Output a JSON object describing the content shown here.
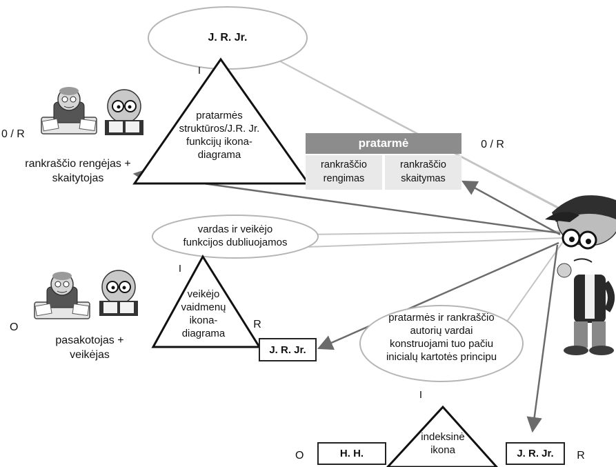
{
  "top": {
    "bubble": "J. R. Jr.",
    "vertex_i": "I",
    "triangle_lines": [
      "pratarmės",
      "struktūros/J.R. Jr.",
      "funkcijų ikona-",
      "diagrama"
    ],
    "left_mark": "0 / R",
    "left_caption_lines": [
      "rankraščio rengėjas +",
      "skaitytojas"
    ]
  },
  "table": {
    "header": "pratarmė",
    "cells": [
      [
        "rankraščio",
        "rengimas"
      ],
      [
        "rankraščio",
        "skaitymas"
      ]
    ],
    "mark": "0 / R"
  },
  "middle": {
    "bubble_lines": [
      "vardas ir veikėjo",
      "funkcijos dubliuojamos"
    ],
    "vertex_i": "I",
    "triangle_lines": [
      "veikėjo",
      "vaidmenų",
      "ikona-",
      "diagrama"
    ],
    "vertex_r": "R",
    "box": "J. R. Jr.",
    "left_mark": "O",
    "left_caption_lines": [
      "pasakotojas +",
      "veikėjas"
    ]
  },
  "bottom": {
    "bubble_lines": [
      "pratarmės ir rankraščio",
      "autorių vardai",
      "konstruojami tuo pačiu",
      "inicialų kartotės principu"
    ],
    "vertex_i": "I",
    "triangle_lines": [
      "indeksinė",
      "ikona"
    ],
    "left_box": "H. H.",
    "left_mark": "O",
    "right_box": "J. R. Jr.",
    "right_mark": "R"
  },
  "colors": {
    "bubble_stroke": "#b5b5b5",
    "arrow": "#6b6b6b",
    "table_header": "#8c8c8c",
    "table_cell": "#e9e9e9"
  },
  "icons": [
    "writer-icon",
    "reader-icon",
    "thinking-boy-icon"
  ]
}
